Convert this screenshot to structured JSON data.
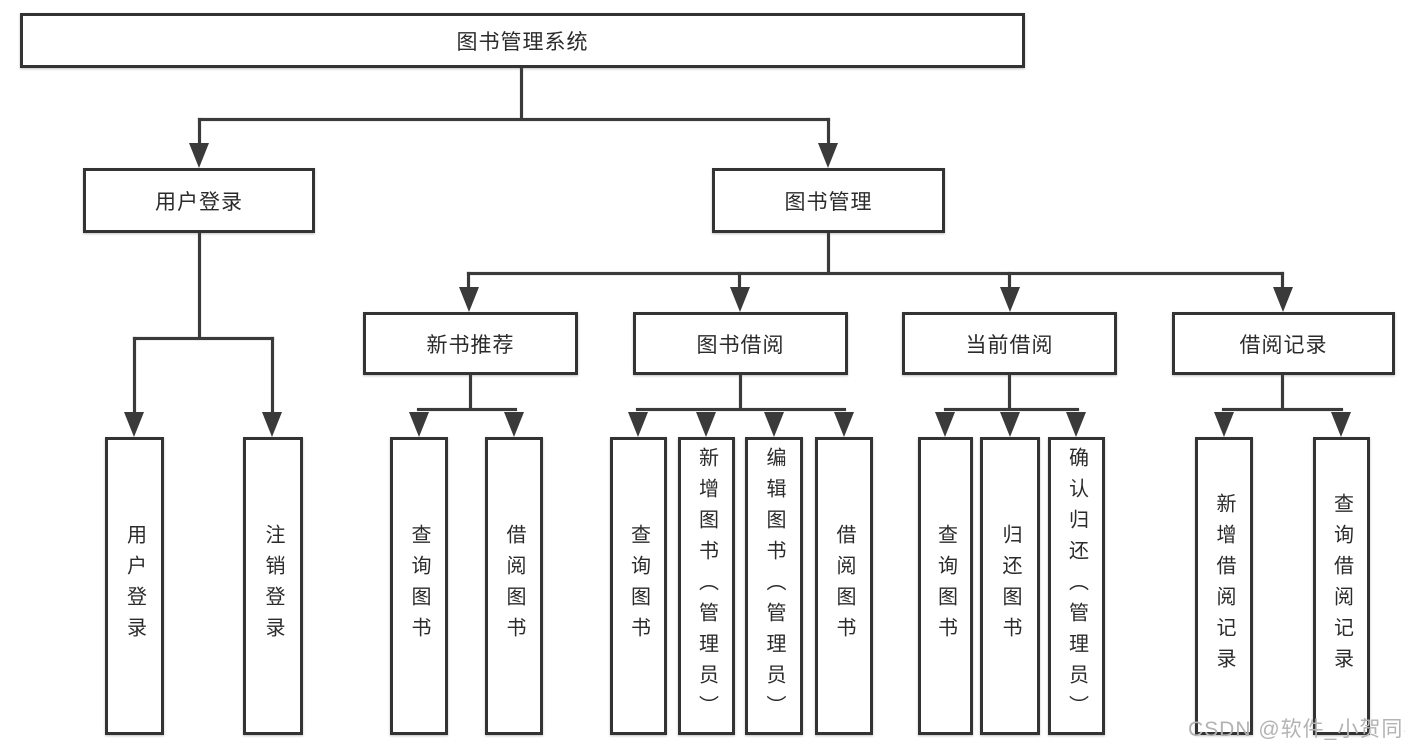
{
  "diagram": {
    "root": {
      "label": "图书管理系统"
    },
    "children": [
      {
        "label": "用户登录",
        "children": [
          {
            "label": "用户登录"
          },
          {
            "label": "注销登录"
          }
        ]
      },
      {
        "label": "图书管理",
        "children": [
          {
            "label": "新书推荐",
            "children": [
              {
                "label": "查询图书"
              },
              {
                "label": "借阅图书"
              }
            ]
          },
          {
            "label": "图书借阅",
            "children": [
              {
                "label": "查询图书"
              },
              {
                "label": "新增图书（管理员）"
              },
              {
                "label": "编辑图书（管理员）"
              },
              {
                "label": "借阅图书"
              }
            ]
          },
          {
            "label": "当前借阅",
            "children": [
              {
                "label": "查询图书"
              },
              {
                "label": "归还图书"
              },
              {
                "label": "确认归还（管理员）"
              }
            ]
          },
          {
            "label": "借阅记录",
            "children": [
              {
                "label": "新增借阅记录"
              },
              {
                "label": "查询借阅记录"
              }
            ]
          }
        ]
      }
    ]
  },
  "watermark": {
    "text": "CSDN @软件_小贺同学"
  },
  "colors": {
    "box_border": "#333333",
    "connector": "#3a3a3a",
    "text": "#2b2b2b",
    "watermark": "#b3b3b3",
    "background": "#ffffff"
  }
}
